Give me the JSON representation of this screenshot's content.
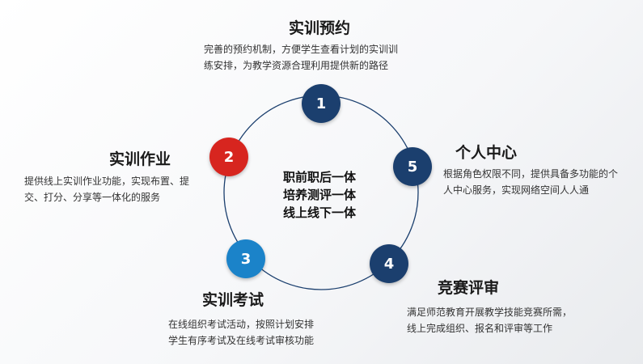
{
  "center": {
    "lines": [
      "职前职后一体",
      "培养测评一体",
      "线上线下一体"
    ]
  },
  "steps": [
    {
      "number": "1",
      "title": "实训预约",
      "color": "#1b3f6e",
      "description": [
        "完善的预约机制，方便学生查看计划的实训训",
        "练安排，为教学资源合理利用提供新的路径"
      ]
    },
    {
      "number": "2",
      "title": "实训作业",
      "color": "#d7251f",
      "description": [
        "提供线上实训作业功能，实现布置、提",
        "交、打分、分享等一体化的服务"
      ]
    },
    {
      "number": "3",
      "title": "实训考试",
      "color": "#1b83c9",
      "description": [
        "在线组织考试活动，按照计划安排",
        "学生有序考试及在线考试审核功能"
      ]
    },
    {
      "number": "4",
      "title": "竞赛评审",
      "color": "#1b3f6e",
      "description": [
        "满足师范教育开展教学技能竞赛所需，",
        "线上完成组织、报名和评审等工作"
      ]
    },
    {
      "number": "5",
      "title": "个人中心",
      "color": "#1b3f6e",
      "description": [
        "根据角色权限不同，提供具备多功能的个",
        "人中心服务，实现网络空间人人通"
      ]
    }
  ],
  "colors": {
    "ring": "#1b3f6e"
  }
}
